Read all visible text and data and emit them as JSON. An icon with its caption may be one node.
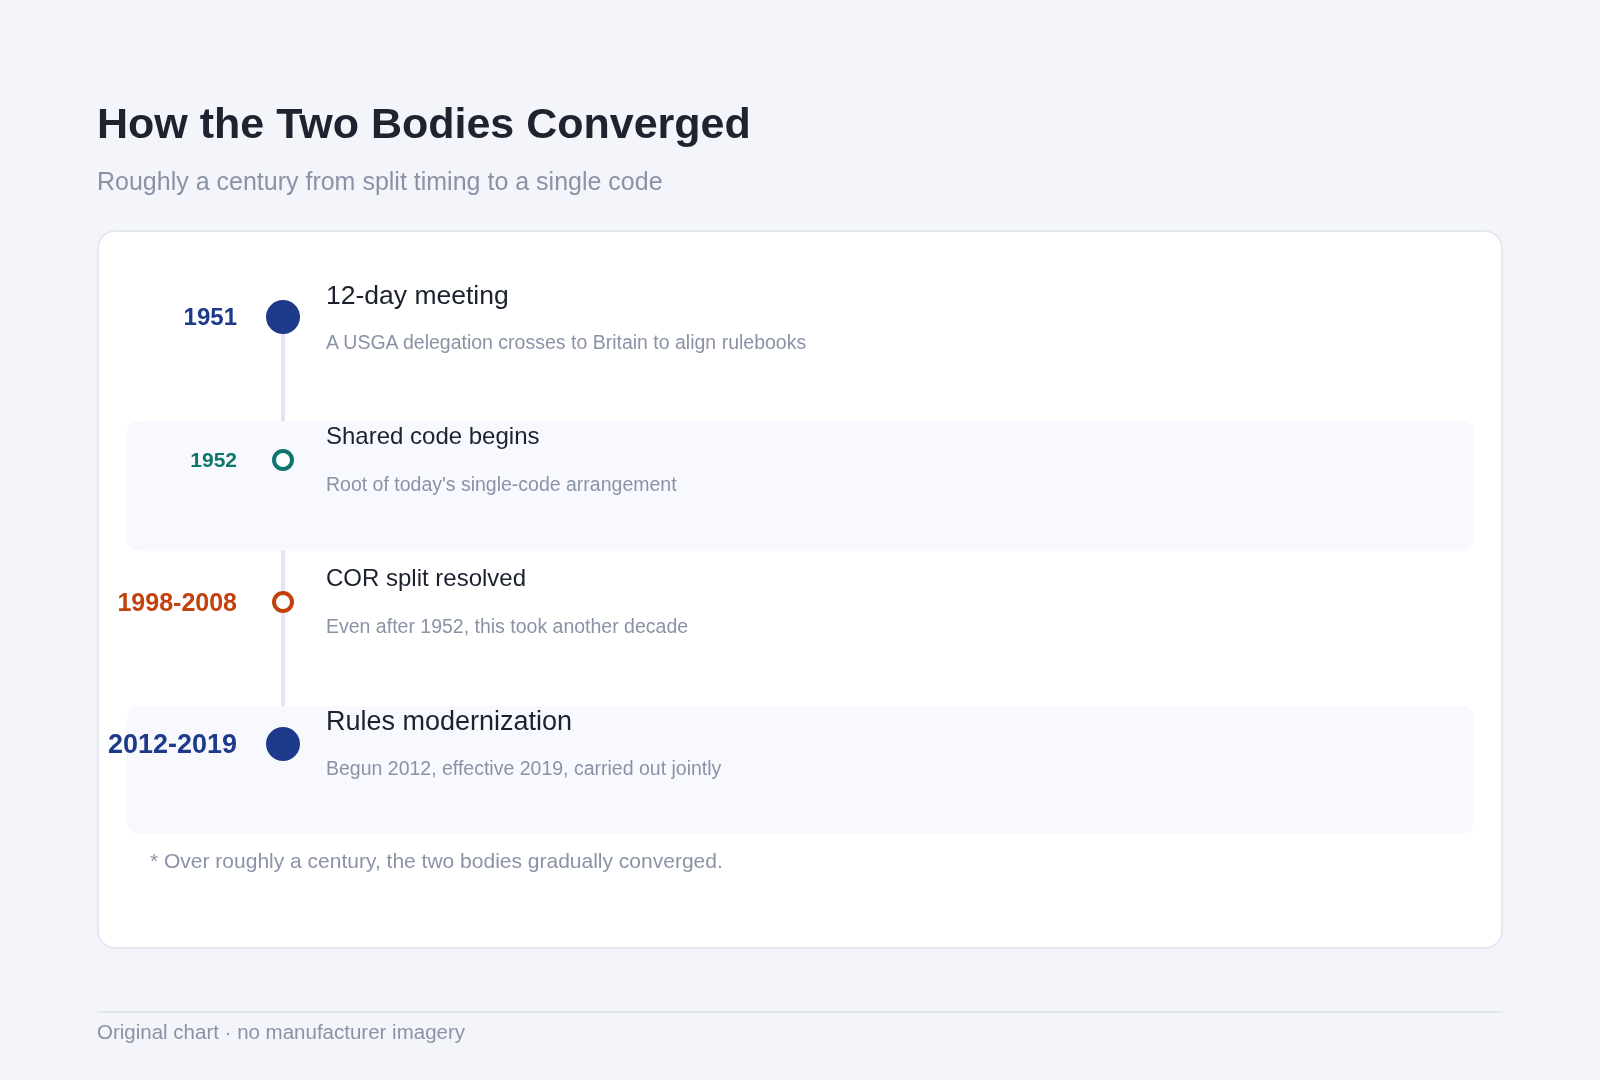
{
  "diagram": {
    "title": "How the Two Bodies Converged",
    "nodes": [
      {
        "text": [],
        "shape": "circle",
        "beside": [
          "1951",
          "12-day meeting",
          "A USGA delegation crosses to Britain to align rulebooks"
        ]
      },
      {
        "text": [],
        "shape": "ring",
        "beside": [
          "1952",
          "Shared code begins",
          "Root of today's single-code arrangement"
        ]
      },
      {
        "text": [],
        "shape": "ring",
        "beside": [
          "1998-2008",
          "COR split resolved",
          "Even after 1952, this took another decade"
        ]
      },
      {
        "text": [],
        "shape": "circle",
        "beside": [
          "2012-2019",
          "Rules modernization",
          "Begun 2012, effective 2019, carried out jointly"
        ]
      }
    ],
    "edges": [
      {
        "from": 0,
        "to": 1,
        "arrow": "none"
      },
      {
        "from": 1,
        "to": 2,
        "arrow": "none"
      },
      {
        "from": 2,
        "to": 3,
        "arrow": "none"
      }
    ],
    "labels": [
      "Roughly a century from split timing to a single code",
      "* Over roughly a century, the two bodies gradually converged.",
      "Original chart · no manufacturer imagery"
    ]
  }
}
